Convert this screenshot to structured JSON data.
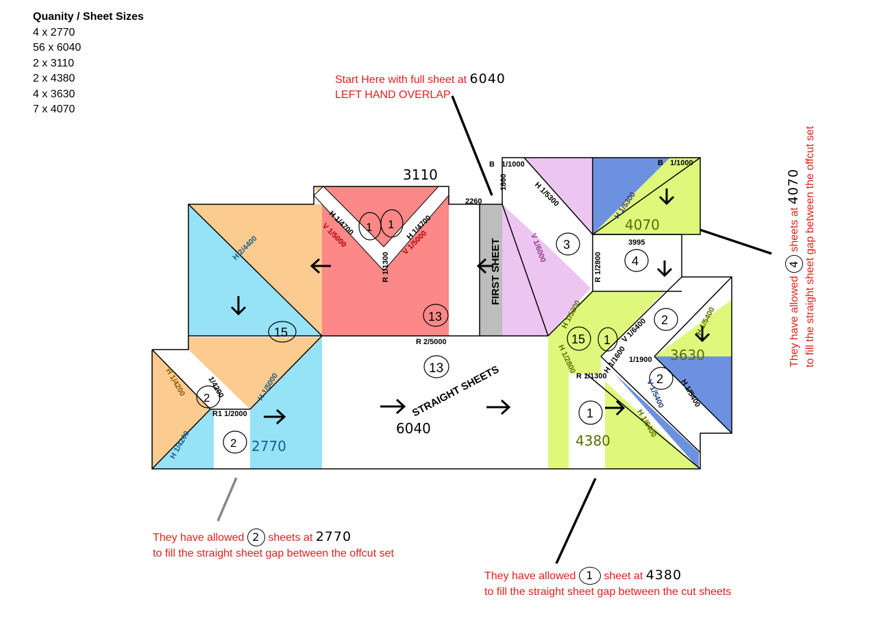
{
  "legend": {
    "title": "Quanity / Sheet Sizes",
    "rows": [
      "4 x 2770",
      "56 x 6040",
      "2 x 3110",
      "2 x 4380",
      "4 x 3630",
      "7 x 4070"
    ]
  },
  "notes": {
    "start_line1": "Start Here with full sheet at",
    "start_value": "6040",
    "start_line2": "LEFT HAND OVERLAP",
    "bottom_left_pre": "They have allowed",
    "bottom_left_count": "2",
    "bottom_left_mid": "sheets at",
    "bottom_left_value": "2770",
    "bottom_left_line2": "to fill the straight sheet gap between the offcut set",
    "bottom_mid_pre": "They have allowed",
    "bottom_mid_count": "1",
    "bottom_mid_mid": "sheet at",
    "bottom_mid_value": "4380",
    "bottom_mid_line2": "to fill the straight sheet gap between  the cut sheets",
    "right_pre": "They have allowed",
    "right_count": "4",
    "right_mid": "sheets at",
    "right_value": "4070",
    "right_line2": "to fill the straight sheet gap between the offcut set"
  },
  "plan": {
    "first_sheet": "FIRST SHEET",
    "straight_sheets": "STRAIGHT SHEETS",
    "straight_value": "6040",
    "straight_count": "13",
    "red_count": "13",
    "blue_count": "15",
    "green_count": "15",
    "v3_count": "3",
    "v4_count": "4",
    "r2_count": "2",
    "r2b_count": "2",
    "g1_count": "1",
    "g1b_count": "1",
    "c1a": "1",
    "c1b": "1",
    "c2a": "2",
    "c2b": "2",
    "val_3110": "3110",
    "val_4070": "4070",
    "val_3630": "3630",
    "val_4380": "4380",
    "val_2770": "2770",
    "dim_2260": "2260",
    "dim_1860": "1860",
    "dim_3995": "3995",
    "b1": "B",
    "b1v": "1/1000",
    "b2": "B",
    "b2v": "1/1000",
    "l_h_2_4400": "H  2/4400",
    "l_h_1_4700a": "H  1/4700",
    "l_v_1_5000a": "V  1/5000",
    "l_h_1_4700b": "H  1/4700",
    "l_v_1_5000b": "V  1/5000",
    "l_r_1_1300": "R  1/1300",
    "l_r_2_5000": "R  2/5000",
    "l_h_1_5300a": "H  1/5300",
    "l_v_1_6000": "V  1/6000",
    "l_h_1_5300b": "H  1/5300",
    "l_r_1_2800": "R  1/2800",
    "l_h_1_5200": "H  1/5200",
    "l_v_1_6400": "V  1/6400",
    "l_h_1_5400": "H  1/5400",
    "l_h_1_2800": "H  1/2800",
    "l_r_1_1300b": "R  1/1300",
    "l_1_1900": "1/1900",
    "l_v_1_5400": "V  1/5400",
    "l_h_1_5400b": "H  1/5400",
    "l_h_1_6400": "H  1/6400",
    "l_h_1_4200a": "H  1/4200",
    "l_1_4200": "1/4200",
    "l_h_1_5000": "H  1/5000",
    "l_r_1_2000": "R1 1/2000",
    "l_h_1_4200b": "H  1/4200",
    "l_h_1_1600": "H  1/1600"
  },
  "colors": {
    "orange": "#fbcb90",
    "blue": "#96e2f7",
    "red": "#fd8888",
    "pink": "#ecc5f1",
    "green": "#dff87c",
    "navy": "#6c91e0",
    "grey": "#bdbdbd",
    "annotation": "#e0201b"
  }
}
